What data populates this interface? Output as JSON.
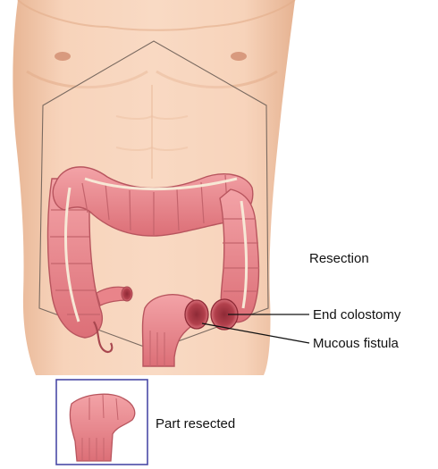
{
  "labels": {
    "resection": "Resection",
    "end_colostomy": "End colostomy",
    "mucous_fistula": "Mucous fistula",
    "part_resected": "Part resected"
  },
  "colors": {
    "skin": "#f5cdb1",
    "skin_shadow": "#e8b695",
    "colon": "#e9848a",
    "colon_dark": "#c85a63",
    "stoma": "#b2404c",
    "inset_border": "#4a4aa6"
  }
}
